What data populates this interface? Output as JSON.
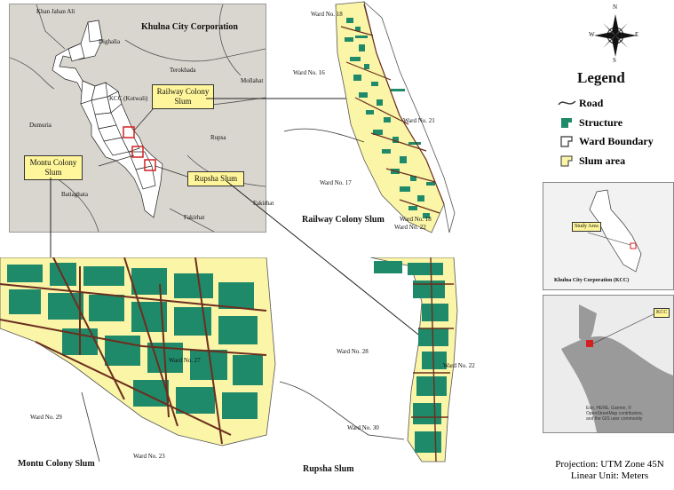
{
  "overview": {
    "places": {
      "khan_jahan_ali": "Khan Jahan Ali",
      "khulna_city_corporation": "Khulna City Corporation",
      "dighalia": "Dighalia",
      "terokhada": "Terokhada",
      "mollahat": "Mollahat",
      "kcc_kotwali": "KCC (Kotwali)",
      "dumuria": "Dumuria",
      "rupsa": "Rupsa",
      "batiaghata": "Batiaghata",
      "fakirhat": "Fakirhat",
      "fakirhat_east": "Fakirhat"
    },
    "callouts": {
      "railway_colony": "Railway Colony Slum",
      "montu_colony": "Montu Colony Slum",
      "rupsha": "Rupsha Slum"
    }
  },
  "railway_map": {
    "title": "Railway Colony Slum",
    "wards": {
      "ward_top": "Ward No. 18",
      "ward_16": "Ward No. 16",
      "ward_21": "Ward No. 21",
      "ward_17": "Ward No. 17",
      "ward_18b": "Ward No. 18",
      "ward_22": "Ward No. 22"
    }
  },
  "montu_map": {
    "title": "Montu Colony Slum",
    "wards": {
      "ward_27": "Ward No. 27",
      "ward_29": "Ward No. 29",
      "ward_23": "Ward No. 23"
    }
  },
  "rupsha_map": {
    "title": "Rupsha Slum",
    "wards": {
      "ward_28": "Ward No. 28",
      "ward_22": "Ward No. 22",
      "ward_30": "Ward No. 30"
    }
  },
  "north_arrow": {
    "n": "N",
    "e": "E",
    "s": "S",
    "w": "W"
  },
  "legend": {
    "title": "Legend",
    "items": [
      {
        "label": "Road",
        "icon": "road-line-icon",
        "color": "#6b2e1e"
      },
      {
        "label": "Structure",
        "icon": "structure-icon",
        "color": "#1f8a6a"
      },
      {
        "label": "Ward Boundary",
        "icon": "ward-boundary-icon",
        "color": "#ffffff"
      },
      {
        "label": "Slum area",
        "icon": "slum-area-icon",
        "color": "#fbf5a8"
      }
    ]
  },
  "inset_kcc": {
    "study_area": "Study Area",
    "caption": "Khulna City Corporation (KCC)"
  },
  "inset_region": {
    "kcc": "KCC",
    "credits": "Esri, HERE, Garmin, ©\nOpenStreetMap contributors,\nand the GIS user community"
  },
  "footer": {
    "projection": "Projection: UTM Zone 45N",
    "unit": "Linear Unit: Meters"
  },
  "colors": {
    "slum_fill": "#fbf5a8",
    "structure": "#1f8a6a",
    "road": "#6b2e1e",
    "overview_bg": "#d9d6cf",
    "callout": "#fff59a"
  }
}
